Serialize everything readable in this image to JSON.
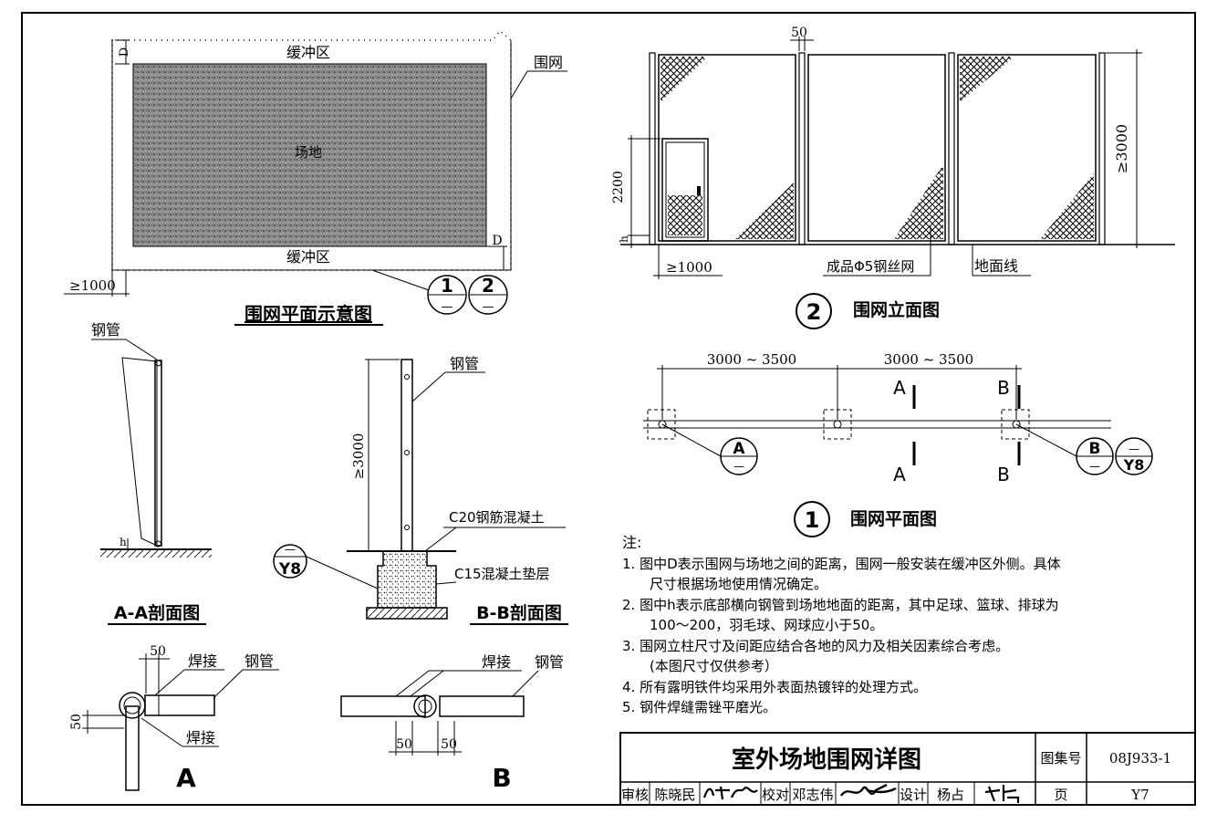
{
  "plan_sketch": {
    "title": "围网平面示意图",
    "top_zone": "缓冲区",
    "bottom_zone": "缓冲区",
    "field": "场地",
    "fence": "围网",
    "dim_d1": "D",
    "dim_d2": "D",
    "dim_min": "≥1000",
    "ref1": {
      "top": "1",
      "bottom": "—"
    },
    "ref2": {
      "top": "2",
      "bottom": "—"
    }
  },
  "section_aa": {
    "title": "A-A剖面图",
    "pipe": "钢管",
    "h": "h"
  },
  "section_bb": {
    "title": "B-B剖面图",
    "pipe": "钢管",
    "height": "≥3000",
    "concrete": "C20钢筋混凝土",
    "cushion": "C15混凝土垫层",
    "ref": {
      "top": "—",
      "bottom": "Y8"
    }
  },
  "detail_a": {
    "label": "A",
    "weld_top": "焊接",
    "weld_bottom": "焊接",
    "pipe": "钢管",
    "dim_top": "50",
    "dim_side": "50"
  },
  "detail_b": {
    "label": "B",
    "weld": "焊接",
    "pipe": "钢管",
    "dim_left": "50",
    "dim_right": "50"
  },
  "elevation": {
    "title_num": "2",
    "title": "围网立面图",
    "dim_gap": "50",
    "dim_height": "≥3000",
    "dim_door": "2200",
    "dim_h": "h",
    "dim_min": "≥1000",
    "mesh": "成品Φ5钢丝网",
    "ground": "地面线"
  },
  "plan": {
    "title_num": "1",
    "title": "围网平面图",
    "span1": "3000 ~ 3500",
    "span2": "3000 ~ 3500",
    "cut_a_top": "A",
    "cut_a_bottom": "A",
    "cut_b_top": "B",
    "cut_b_bottom": "B",
    "ref_a": {
      "top": "A",
      "bottom": "—"
    },
    "ref_b": {
      "top": "B",
      "bottom": "—"
    },
    "ref_y": {
      "top": "—",
      "bottom": "Y8"
    }
  },
  "notes": {
    "heading": "注:",
    "items": [
      {
        "num": "1.",
        "line1": "图中D表示围网与场地之间的距离，围网一般安装在缓冲区外侧。具体",
        "line2": "尺寸根据场地使用情况确定。"
      },
      {
        "num": "2.",
        "line1": "图中h表示底部横向钢管到场地地面的距离，其中足球、篮球、排球为",
        "line2": "100～200，羽毛球、网球应小于50。"
      },
      {
        "num": "3.",
        "line1": "围网立柱尺寸及间距应结合各地的风力及相关因素综合考虑。",
        "line2": "(本图尺寸仅供参考）"
      },
      {
        "num": "4.",
        "line1": "所有露明铁件均采用外表面热镀锌的处理方式。",
        "line2": ""
      },
      {
        "num": "5.",
        "line1": "钢件焊缝需锉平磨光。",
        "line2": ""
      }
    ]
  },
  "title_block": {
    "title": "室外场地围网详图",
    "atlas_label": "图集号",
    "atlas_no": "08J933-1",
    "review_label": "审核",
    "reviewer": "陈晓民",
    "check_label": "校对",
    "checker": "邓志伟",
    "design_label": "设计",
    "designer": "杨占",
    "page_label": "页",
    "page_no": "Y7"
  }
}
